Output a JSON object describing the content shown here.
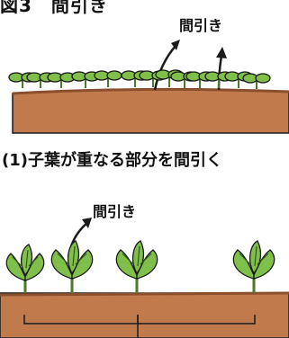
{
  "figure": {
    "title": "図3　間引き",
    "thin_label_1": "間引き",
    "caption_1": "(1)子葉が重なる部分を間引く",
    "thin_label_2": "間引き"
  },
  "colors": {
    "soil": "#c07a4c",
    "soil_dark": "#8a4f2c",
    "leaf": "#7fbf4a",
    "leaf_dark": "#2f5a1c",
    "stem": "#4a7a2a",
    "outline": "#1a1a1a"
  }
}
